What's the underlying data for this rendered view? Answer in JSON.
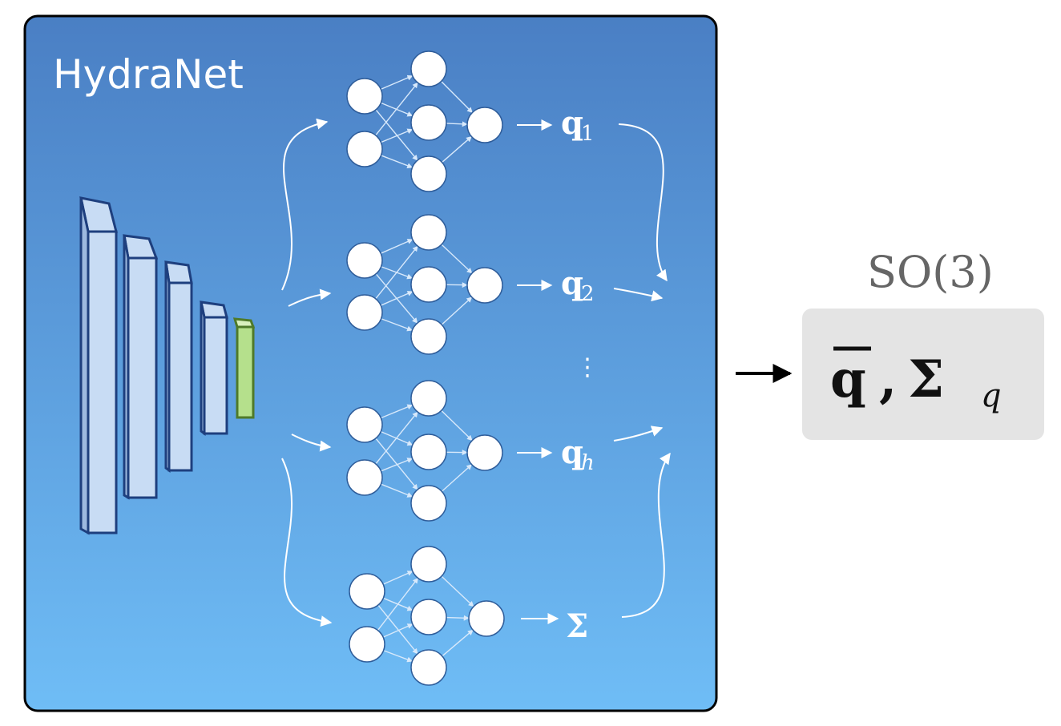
{
  "network": {
    "title": "HydraNet",
    "background_top": "#4a7fc4",
    "background_bottom": "#6fbdf6"
  },
  "heads": [
    {
      "label": "q",
      "subscript": "1"
    },
    {
      "label": "q",
      "subscript": "2"
    },
    {
      "label": "q",
      "subscript": "h"
    },
    {
      "label": "Σ",
      "subscript": ""
    }
  ],
  "ellipsis": "⋮",
  "output": {
    "manifold": "SO(3)",
    "mean": "q",
    "separator": ",",
    "cov_symbol": "Σ",
    "cov_subscript": "q",
    "box_color": "#e4e4e4"
  },
  "colors": {
    "encoder_fill": "#c8dcf4",
    "encoder_stroke": "#1e3f7e",
    "embed_fill": "#b5e08c",
    "embed_stroke": "#4f7a29",
    "node_fill": "#ffffff",
    "node_stroke": "#2f5d9a"
  }
}
